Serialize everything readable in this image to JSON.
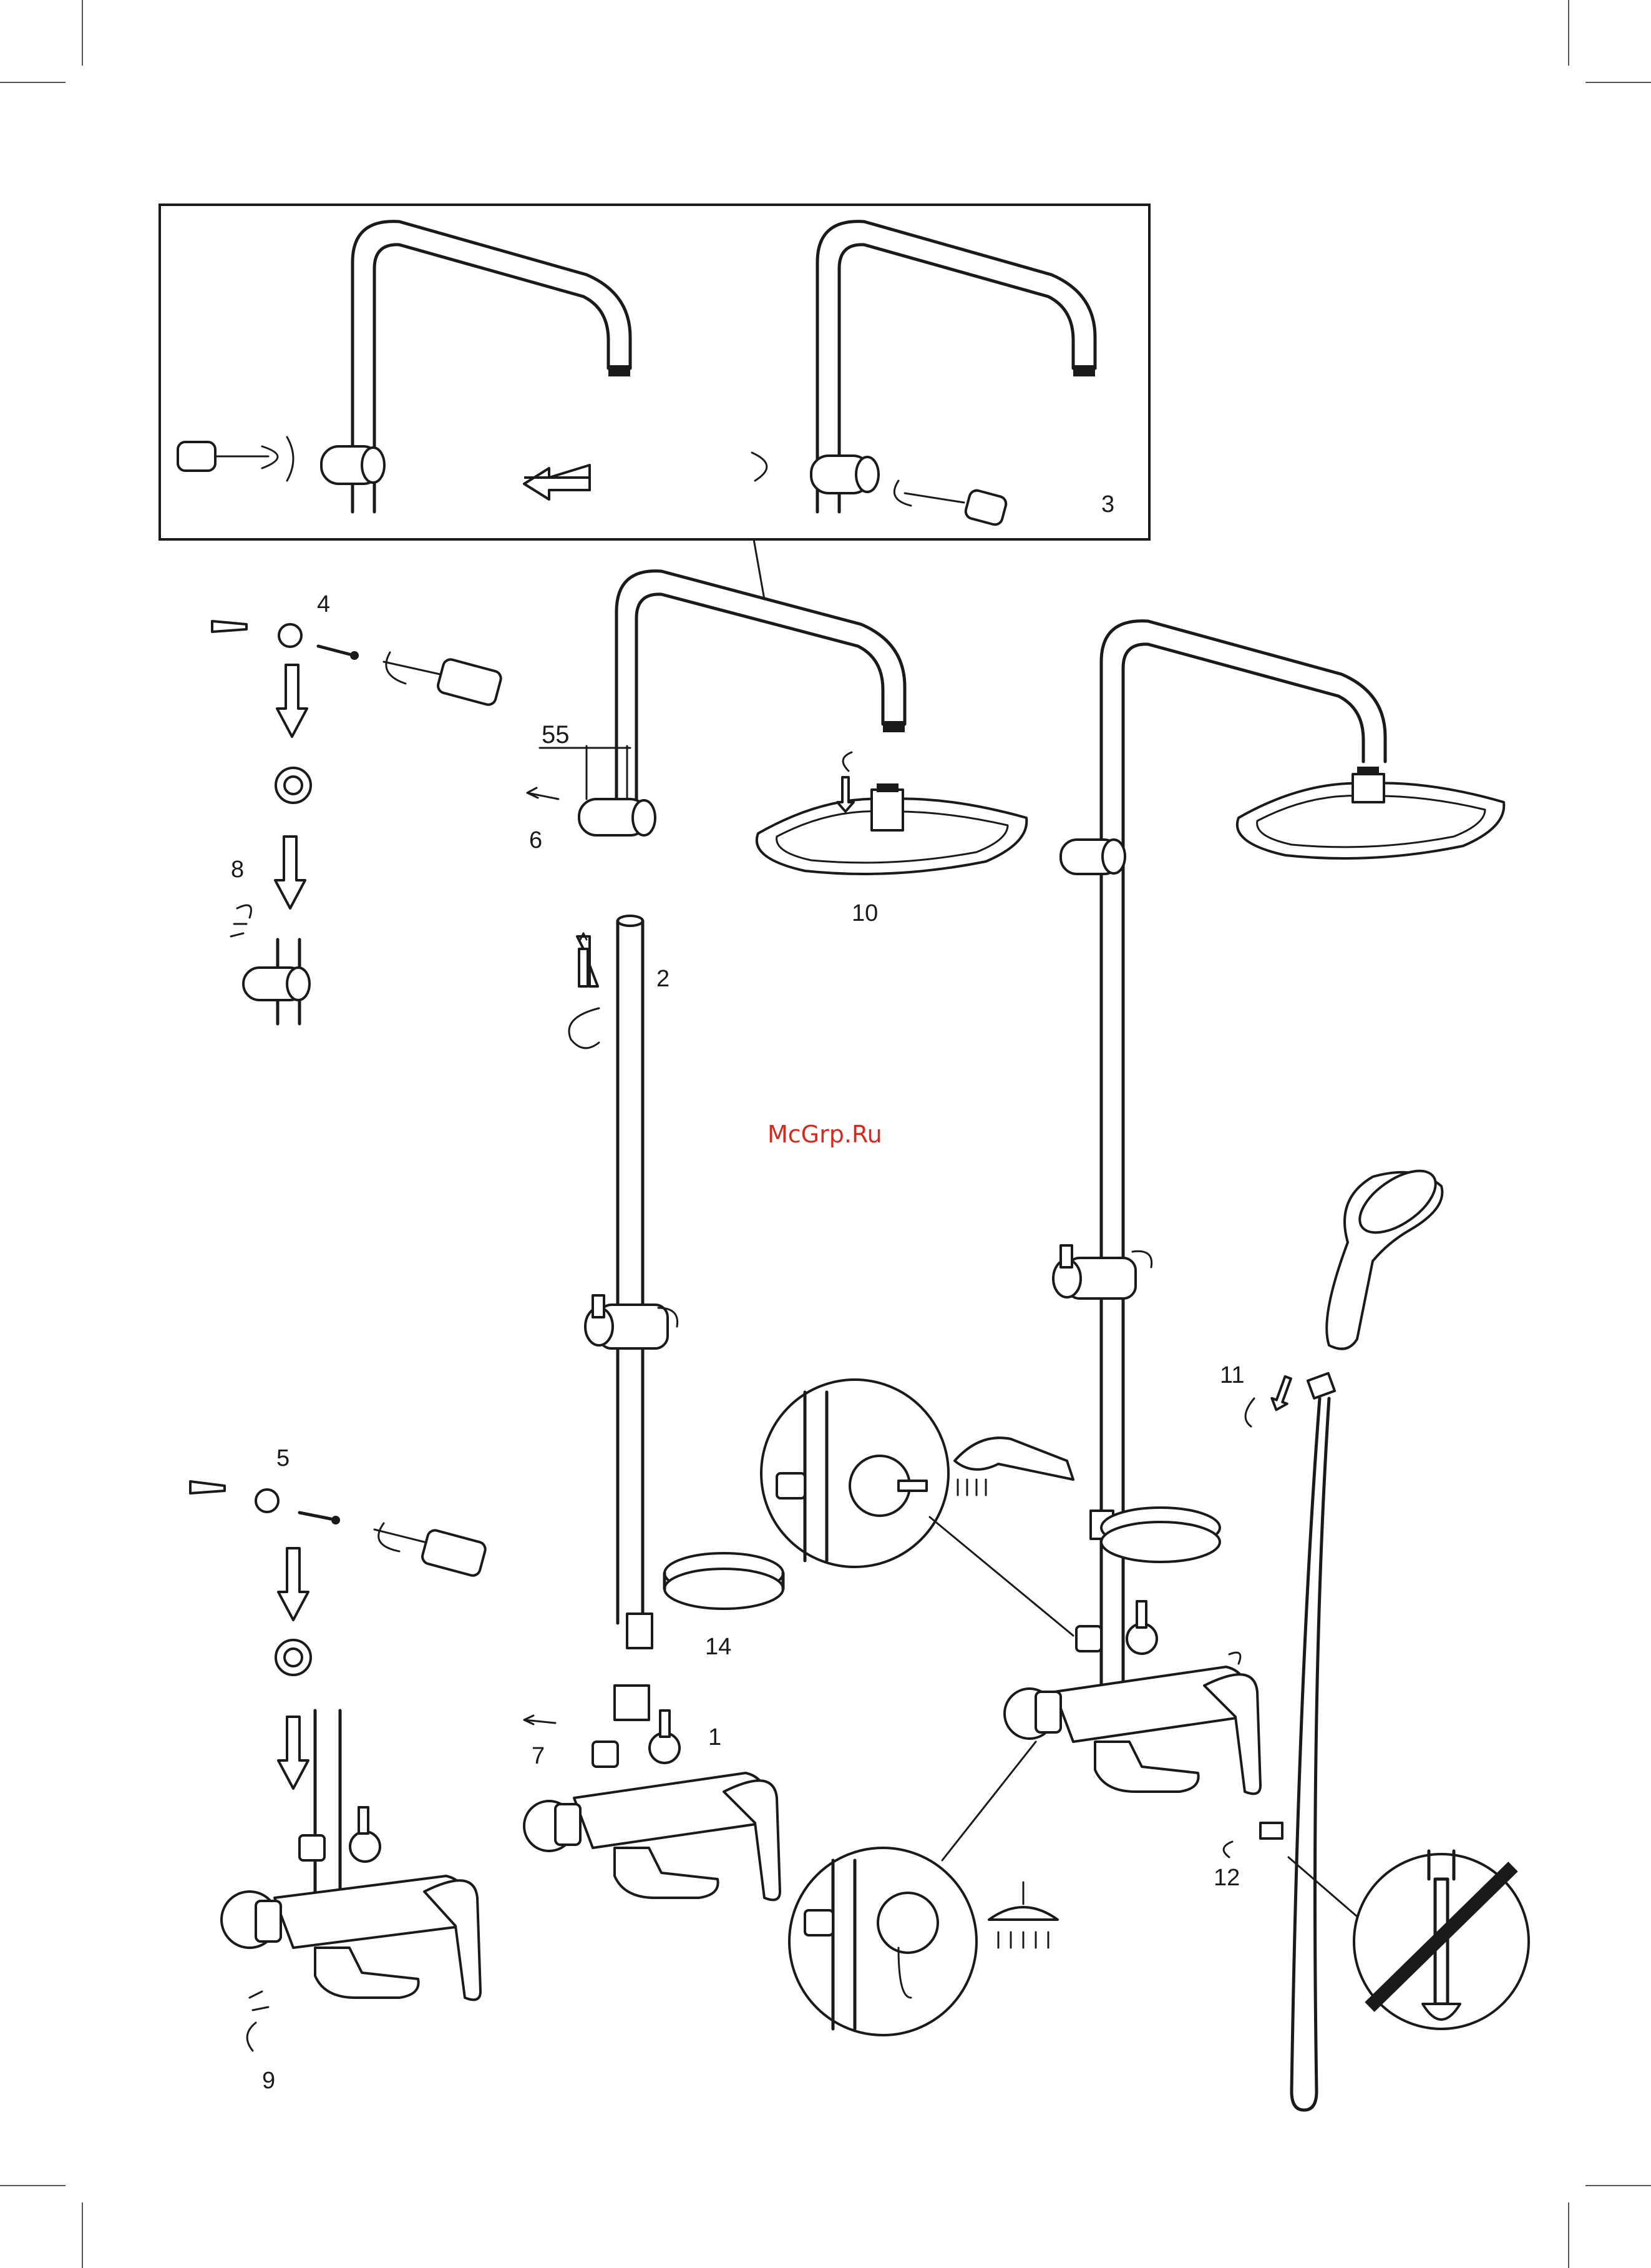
{
  "watermark": "McGrp.Ru",
  "dimension_55": "55",
  "step_labels": {
    "s1": "1",
    "s2": "2",
    "s3": "3",
    "s4": "4",
    "s5": "5",
    "s6": "6",
    "s7": "7",
    "s8": "8",
    "s9": "9",
    "s10": "10",
    "s11": "11",
    "s12": "12",
    "s14": "14"
  }
}
